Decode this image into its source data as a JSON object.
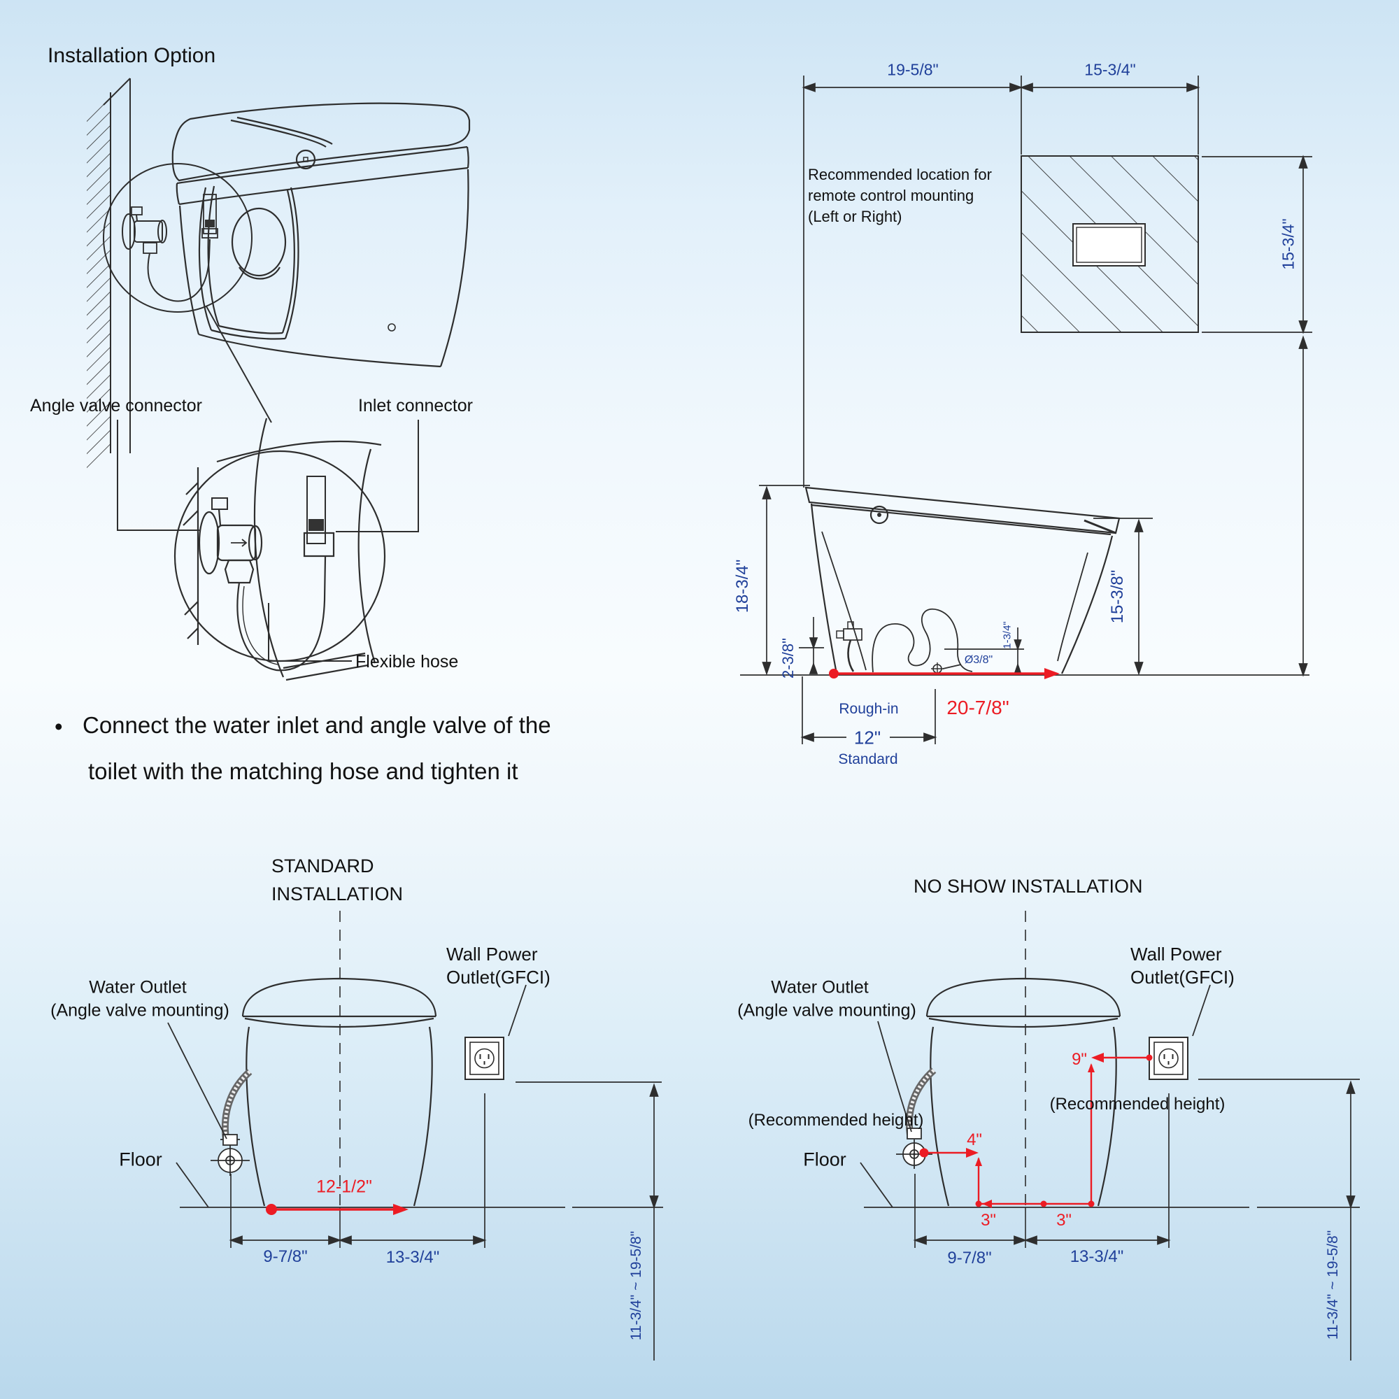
{
  "page": {
    "title": "Installation Option"
  },
  "colors": {
    "dim_blue": "#20409A",
    "red": "#EC1C24",
    "line": "#2e2e2e",
    "text": "#111111"
  },
  "detail": {
    "angle_valve_connector": "Angle valve connector",
    "inlet_connector": "Inlet connector",
    "flexible_hose": "Flexible hose"
  },
  "note": {
    "bullet": "•",
    "line1": "Connect the water inlet and angle valve of the",
    "line2": "toilet with the matching hose and tighten it"
  },
  "remote": {
    "dim_offset": "19-5/8\"",
    "dim_width": "15-3/4\"",
    "dim_height": "15-3/4\"",
    "note1": "Recommended location for",
    "note2": "remote control mounting",
    "note3": "(Left or Right)"
  },
  "side": {
    "total_height": "18-3/4\"",
    "valve_height": "2-3/8\"",
    "seat_height": "15-3/8\"",
    "depth": "20-7/8\"",
    "rough_in": "Rough-in",
    "rough_in_value": "12\"",
    "rough_in_std": "Standard",
    "hole_dia": "Ø3/8\"",
    "hole_height": "1-3/4\""
  },
  "std": {
    "title1": "STANDARD",
    "title2": "INSTALLATION",
    "water_outlet1": "Water Outlet",
    "water_outlet2": "(Angle valve mounting)",
    "wall_power1": "Wall Power",
    "wall_power2": "Outlet(GFCI)",
    "floor": "Floor",
    "base_width": "12-1/2\"",
    "dim_left": "9-7/8\"",
    "dim_right": "13-3/4\"",
    "height_range": "11-3/4\" ~ 19-5/8\""
  },
  "ns": {
    "title": "NO SHOW INSTALLATION",
    "water_outlet1": "Water Outlet",
    "water_outlet2": "(Angle valve mounting)",
    "wall_power1": "Wall Power",
    "wall_power2": "Outlet(GFCI)",
    "floor": "Floor",
    "rec_left": "(Recommended height)",
    "rec_right": "(Recommended height)",
    "dim4": "4\"",
    "dim9": "9\"",
    "dim3a": "3\"",
    "dim3b": "3\"",
    "dim_left": "9-7/8\"",
    "dim_right": "13-3/4\"",
    "height_range": "11-3/4\" ~ 19-5/8\""
  }
}
